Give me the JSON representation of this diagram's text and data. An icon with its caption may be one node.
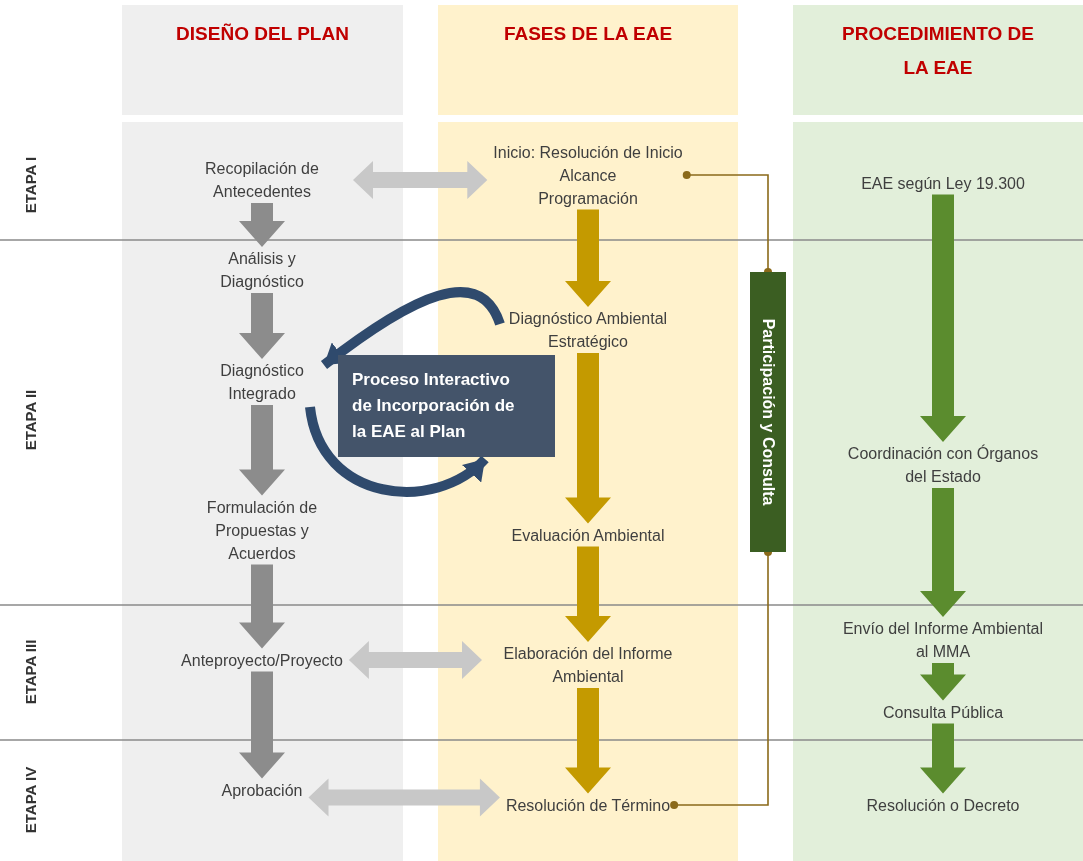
{
  "diagram": {
    "nodes": [
      {
        "text": [
          "DISEÑO DEL PLAN"
        ]
      },
      {
        "text": [
          "FASES DE LA EAE"
        ]
      },
      {
        "text": [
          "PROCEDIMIENTO DE LA EAE"
        ]
      },
      {
        "text": [
          "Recopilación de Antecedentes"
        ]
      },
      {
        "text": [
          "Análisis y Diagnóstico"
        ]
      },
      {
        "text": [
          "Diagnóstico Integrado"
        ]
      },
      {
        "text": [
          "Formulación de Propuestas y Acuerdos"
        ]
      },
      {
        "text": [
          "Anteproyecto/Proyecto"
        ]
      },
      {
        "text": [
          "Aprobación"
        ]
      },
      {
        "text": [
          "Inicio: Resolución de Inicio",
          "Alcance",
          "Programación"
        ]
      },
      {
        "text": [
          "Diagnóstico Ambiental Estratégico"
        ]
      },
      {
        "text": [
          "Evaluación Ambiental"
        ]
      },
      {
        "text": [
          "Elaboración del Informe Ambiental"
        ]
      },
      {
        "text": [
          "Resolución de Término"
        ]
      },
      {
        "text": [
          "Participación y Consulta"
        ]
      },
      {
        "text": [
          "Proceso Interactivo de Incorporación de la EAE al Plan"
        ]
      },
      {
        "text": [
          "EAE según Ley 19.300"
        ]
      },
      {
        "text": [
          "Coordinación con Órganos del Estado"
        ]
      },
      {
        "text": [
          "Envío del Informe Ambiental al MMA"
        ]
      },
      {
        "text": [
          "Consulta Pública"
        ]
      },
      {
        "text": [
          "Resolución o Decreto"
        ]
      }
    ],
    "edges": [
      {
        "from": 3,
        "to": 4,
        "arrow": "to",
        "style": "thick"
      },
      {
        "from": 4,
        "to": 5,
        "arrow": "to",
        "style": "thick"
      },
      {
        "from": 5,
        "to": 6,
        "arrow": "to",
        "style": "thick"
      },
      {
        "from": 6,
        "to": 7,
        "arrow": "to",
        "style": "thick"
      },
      {
        "from": 7,
        "to": 8,
        "arrow": "to",
        "style": "thick"
      },
      {
        "from": 9,
        "to": 10,
        "arrow": "to",
        "style": "thick",
        "color": "#c49a00"
      },
      {
        "from": 10,
        "to": 11,
        "arrow": "to",
        "style": "thick",
        "color": "#c49a00"
      },
      {
        "from": 11,
        "to": 12,
        "arrow": "to",
        "style": "thick",
        "color": "#c49a00"
      },
      {
        "from": 12,
        "to": 13,
        "arrow": "to",
        "style": "thick",
        "color": "#c49a00"
      },
      {
        "from": 16,
        "to": 17,
        "arrow": "to",
        "style": "thick",
        "color": "#5b8c2e"
      },
      {
        "from": 17,
        "to": 18,
        "arrow": "to",
        "style": "thick",
        "color": "#5b8c2e"
      },
      {
        "from": 18,
        "to": 19,
        "arrow": "to",
        "style": "thick",
        "color": "#5b8c2e"
      },
      {
        "from": 19,
        "to": 20,
        "arrow": "to",
        "style": "thick",
        "color": "#5b8c2e"
      },
      {
        "from": 3,
        "to": 9,
        "arrow": "both",
        "style": "thick",
        "color": "#c8c8c8"
      },
      {
        "from": 7,
        "to": 12,
        "arrow": "both",
        "style": "thick",
        "color": "#c8c8c8"
      },
      {
        "from": 8,
        "to": 13,
        "arrow": "both",
        "style": "thick",
        "color": "#c8c8c8"
      },
      {
        "from": 9,
        "to": 14,
        "arrow": "other",
        "color": "#8b6a1a"
      },
      {
        "from": 14,
        "to": 13,
        "arrow": "other",
        "color": "#8b6a1a"
      },
      {
        "from": 10,
        "to": 5,
        "arrow": "to",
        "style": "thick",
        "color": "#2f4a6d"
      },
      {
        "from": 5,
        "to": 15,
        "arrow": "to",
        "style": "thick",
        "color": "#2f4a6d"
      }
    ],
    "labels": [
      "ETAPA I",
      "ETAPA II",
      "ETAPA III",
      "ETAPA IV"
    ]
  }
}
